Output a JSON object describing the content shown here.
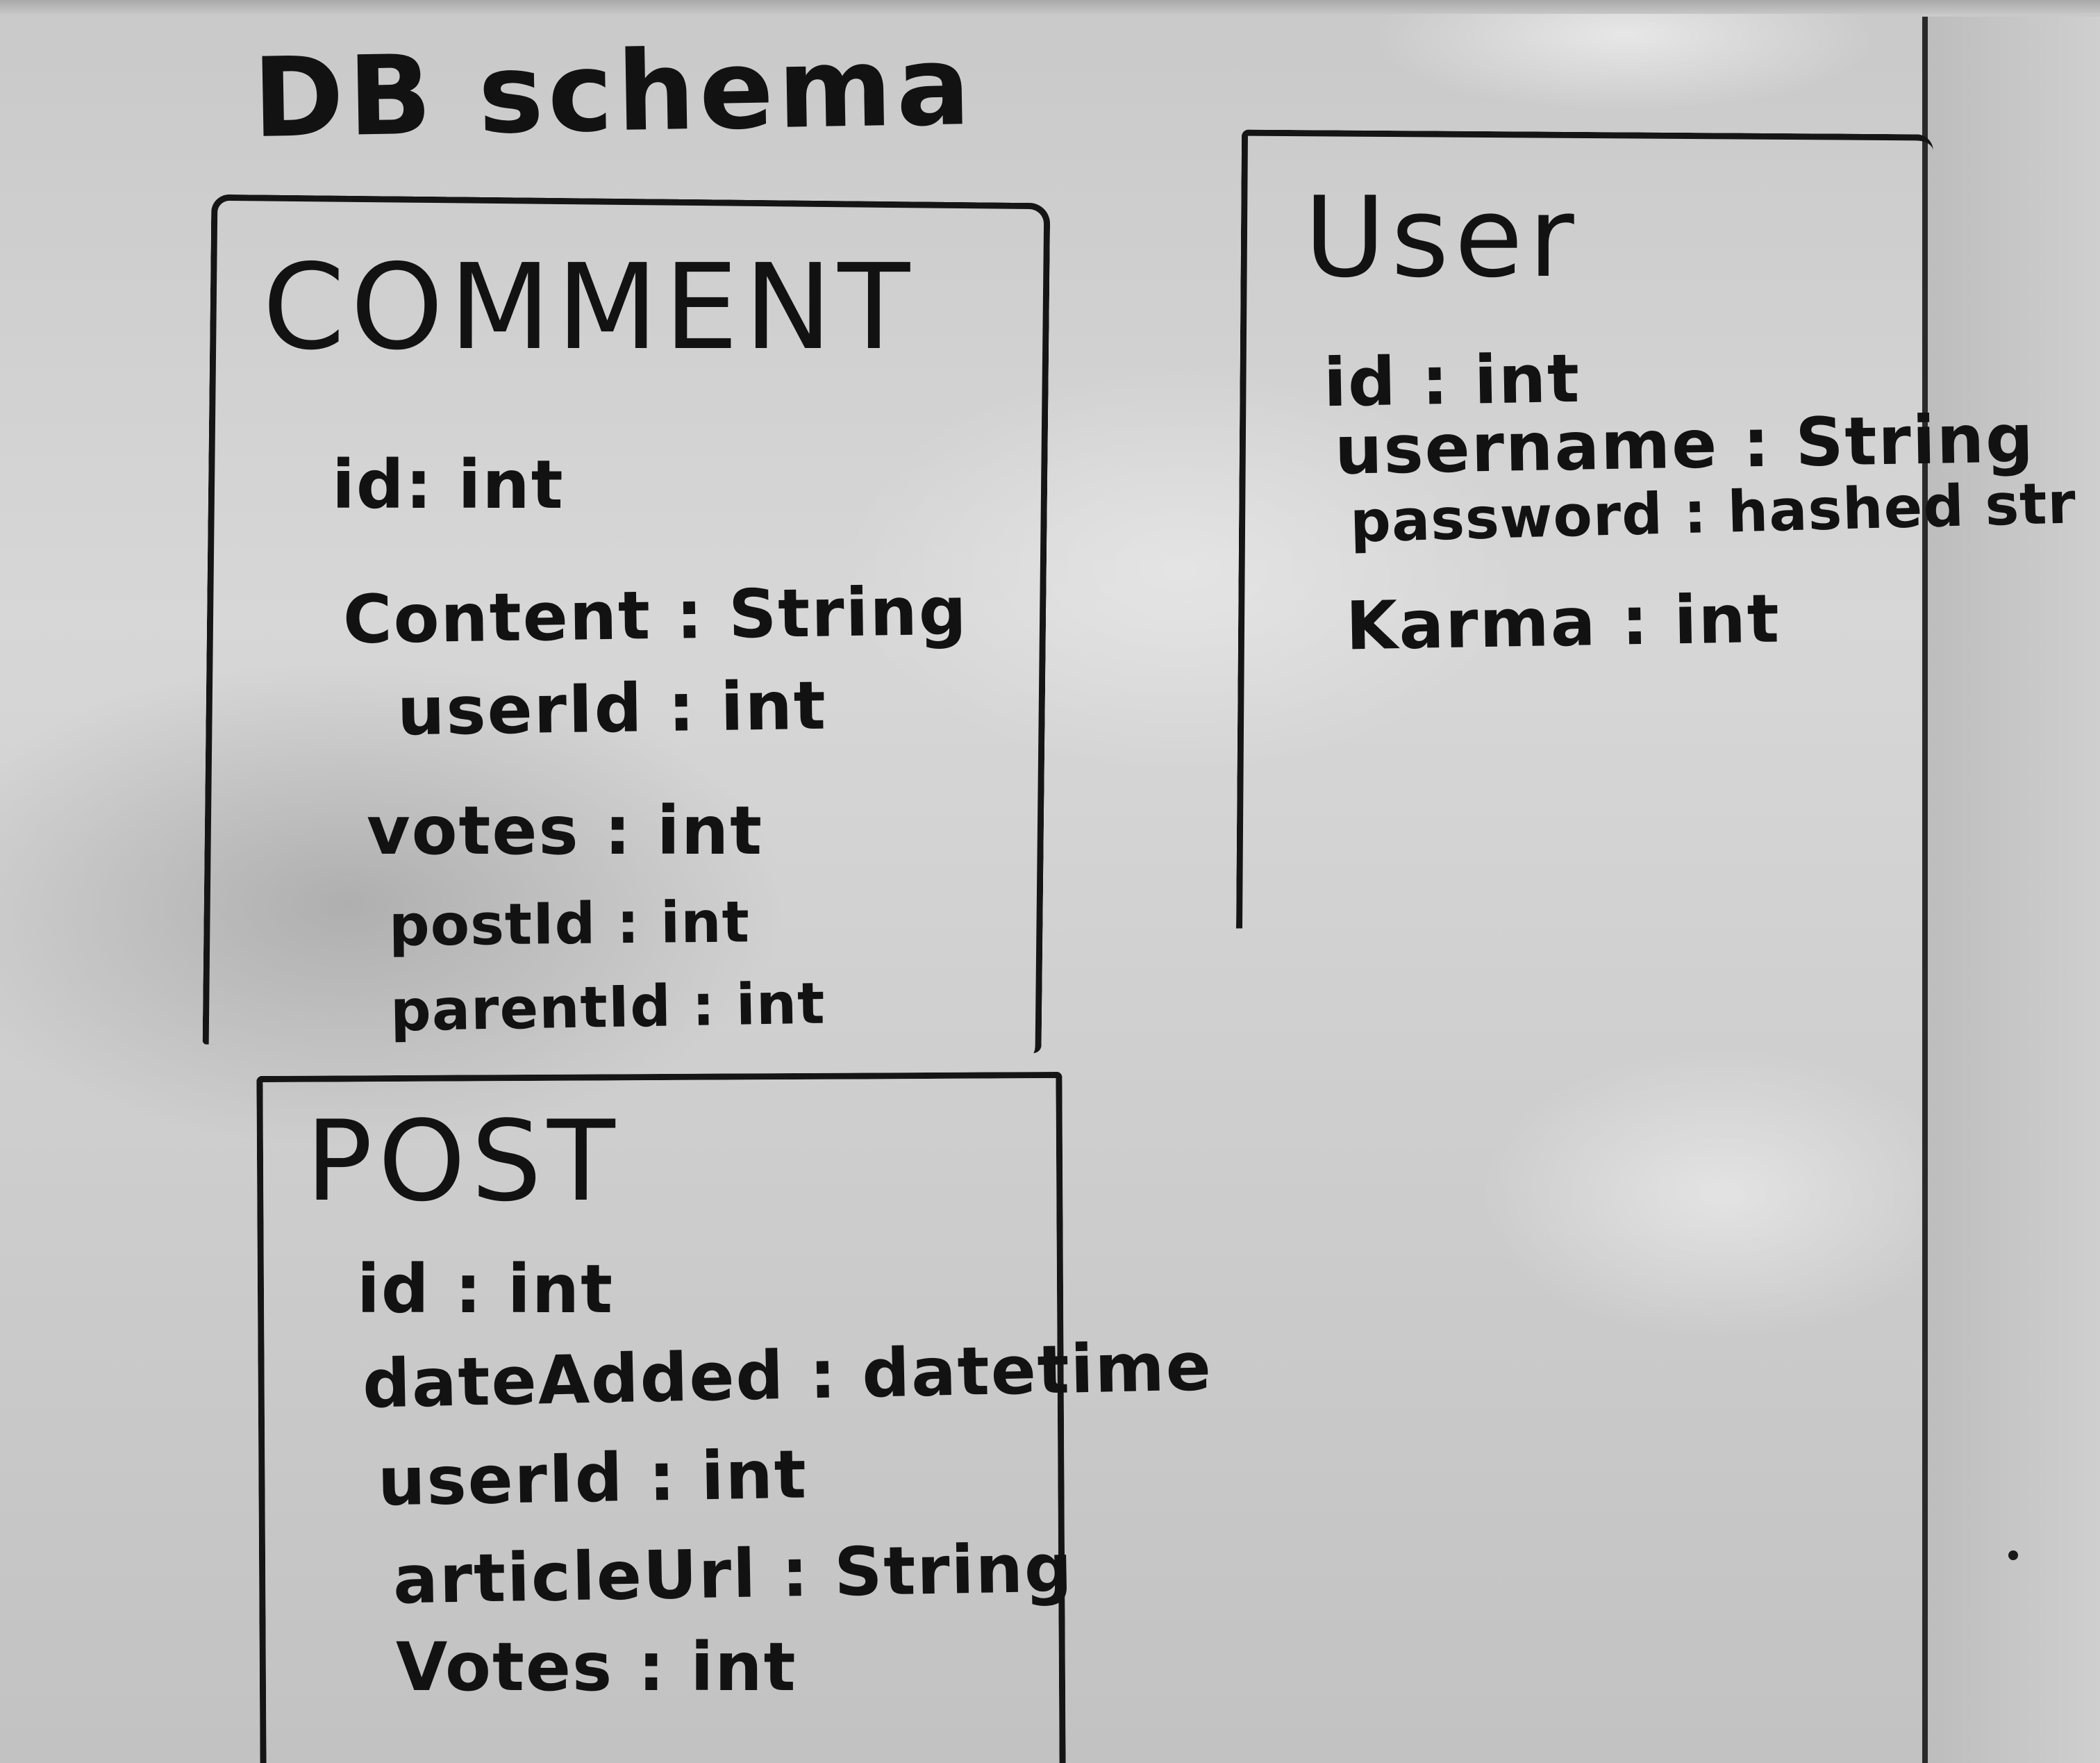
{
  "title": "DB schema",
  "entities": {
    "comment": {
      "name": "COMMENT",
      "fields": [
        "id: int",
        "Content : String",
        "userId : int",
        "votes : int",
        "postId : int",
        "parentId : int"
      ]
    },
    "user": {
      "name": "User",
      "fields": [
        "id : int",
        "username : String",
        "password : hashed str",
        "Karma : int"
      ]
    },
    "post": {
      "name": "POST",
      "fields": [
        "id : int",
        "dateAdded : datetime",
        "userId : int",
        "articleUrl : String",
        "Votes : int"
      ]
    }
  }
}
